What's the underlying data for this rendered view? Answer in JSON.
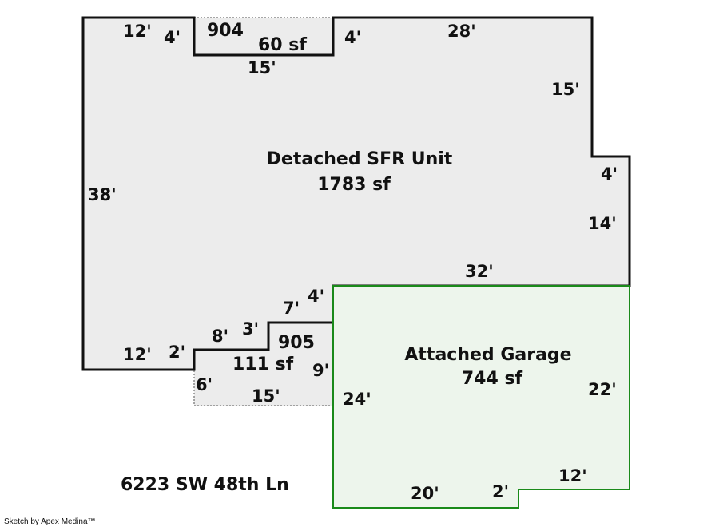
{
  "colors": {
    "main_fill": "#ececec",
    "garage_fill": "#edf5ec",
    "garage_stroke": "#1a8a1a",
    "outline": "#111111"
  },
  "main_unit": {
    "name": "Detached SFR Unit",
    "area": "1783 sf",
    "dims": {
      "top_left": "12'",
      "notch_left": "4'",
      "notch_right": "4'",
      "notch_bottom": "15'",
      "top_right": "28'",
      "right_upper": "15'",
      "right_step": "4'",
      "right_lower": "14'",
      "bottom_right": "32'",
      "left": "38'",
      "bottom_left": "12'",
      "step_a": "2'",
      "step_b": "8'",
      "step_c": "3'",
      "step_d": "7'",
      "step_e": "4'"
    }
  },
  "area_904": {
    "code": "904",
    "area": "60 sf"
  },
  "area_905": {
    "code": "905",
    "area": "111 sf",
    "dims": {
      "left": "6'",
      "bottom": "15'",
      "right": "9'"
    }
  },
  "garage": {
    "name": "Attached Garage",
    "area": "744 sf",
    "dims": {
      "left": "24'",
      "right": "22'",
      "bottom": "20'",
      "step": "2'",
      "bottom_right": "12'"
    }
  },
  "address": "6223 SW 48th Ln",
  "credit": "Sketch by Apex Medina™"
}
